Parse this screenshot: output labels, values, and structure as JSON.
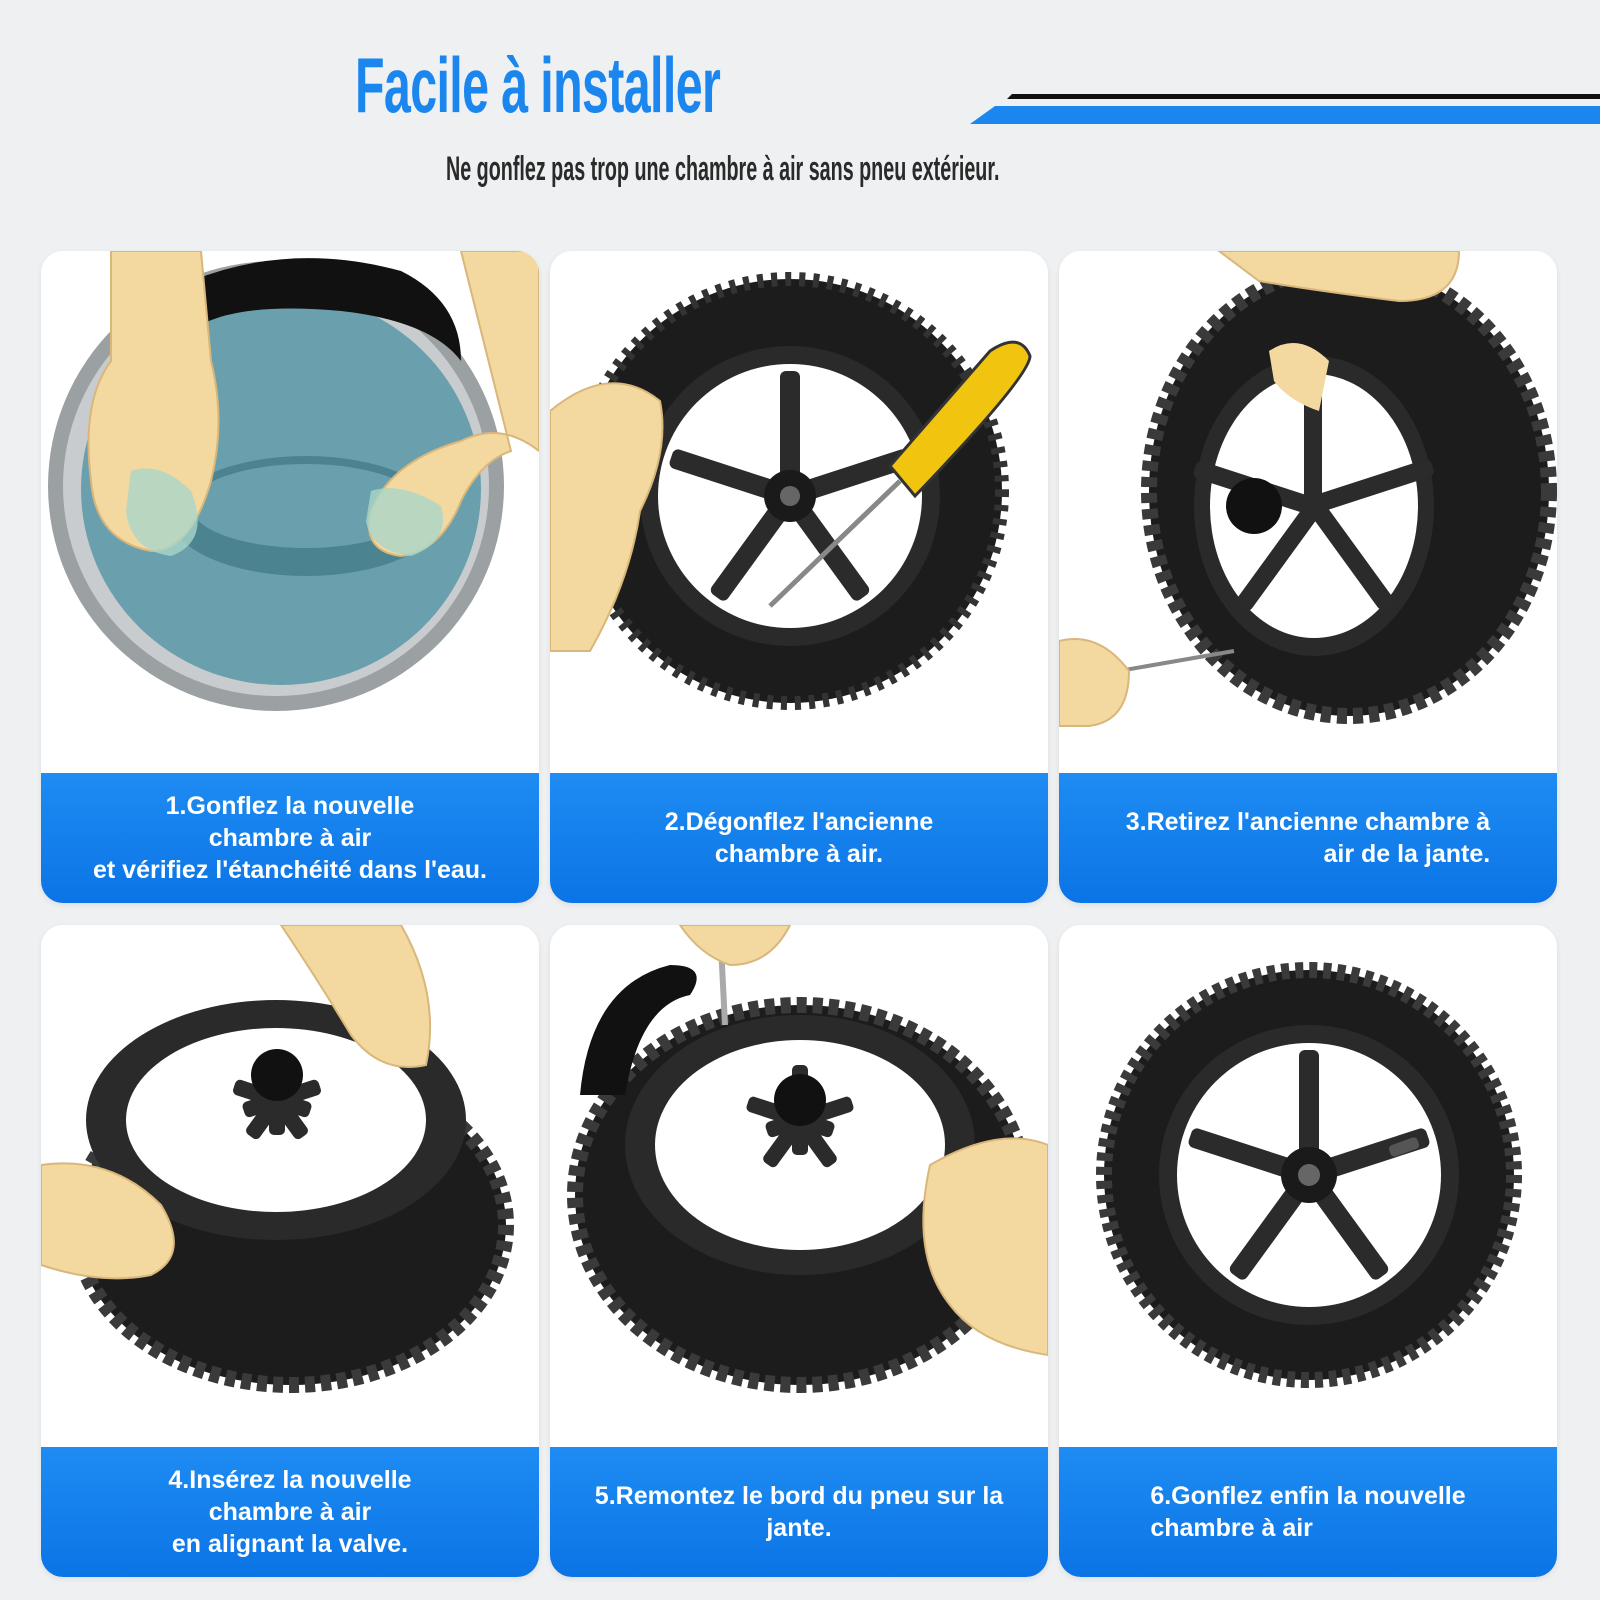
{
  "header": {
    "title": "Facile à installer",
    "subtitle": "Ne gonflez pas trop une chambre à air sans pneu extérieur."
  },
  "colors": {
    "accent": "#1a86ee",
    "caption_blue": "#0b74e6",
    "skin": "#f3d8a0",
    "tire": "#1c1c1c"
  },
  "steps": [
    {
      "caption": "1.Gonflez la nouvelle\nchambre à air\net vérifiez l'étanchéité dans l'eau.",
      "illustration": "tube-in-water-basin"
    },
    {
      "caption": "2.Dégonflez l'ancienne\nchambre à air.",
      "illustration": "deflate-with-screwdriver"
    },
    {
      "caption": "3.Retirez l'ancienne chambre à\nair de la jante.",
      "illustration": "remove-old-tube"
    },
    {
      "caption": "4.Insérez la nouvelle\nchambre à air\nen alignant la valve.",
      "illustration": "insert-new-tube"
    },
    {
      "caption": "5.Remontez le bord du pneu sur la\njante.",
      "illustration": "refit-tire-bead"
    },
    {
      "caption": "6.Gonflez enfin la nouvelle\nchambre à air",
      "illustration": "inflated-wheel"
    }
  ]
}
